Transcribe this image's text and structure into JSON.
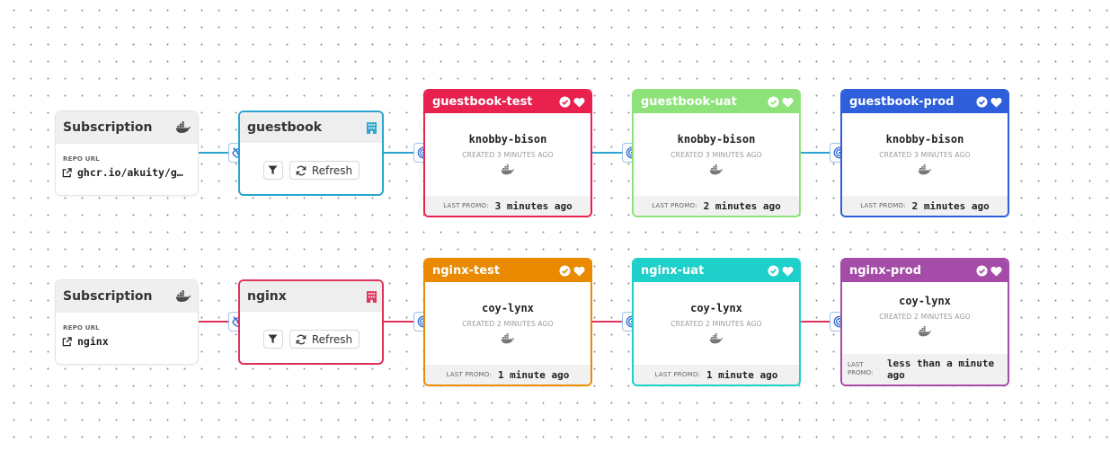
{
  "rows": [
    {
      "subscription": {
        "title": "Subscription",
        "repo_label": "REPO URL",
        "repo_value": "ghcr.io/akuity/g…"
      },
      "warehouse": {
        "name": "guestbook",
        "refresh_label": "Refresh",
        "color": "#2aa5d0"
      },
      "stages": [
        {
          "name": "guestbook-test",
          "freight": "knobby-bison",
          "created": "CREATED 3 MINUTES AGO",
          "promo_label": "LAST PROMO:",
          "promo_value": "3 minutes ago",
          "color": "#e8214f"
        },
        {
          "name": "guestbook-uat",
          "freight": "knobby-bison",
          "created": "CREATED 3 MINUTES AGO",
          "promo_label": "LAST PROMO:",
          "promo_value": "2 minutes ago",
          "color": "#8ee27a"
        },
        {
          "name": "guestbook-prod",
          "freight": "knobby-bison",
          "created": "CREATED 3 MINUTES AGO",
          "promo_label": "LAST PROMO:",
          "promo_value": "2 minutes ago",
          "color": "#2e5ed9"
        }
      ]
    },
    {
      "subscription": {
        "title": "Subscription",
        "repo_label": "REPO URL",
        "repo_value": "nginx"
      },
      "warehouse": {
        "name": "nginx",
        "refresh_label": "Refresh",
        "color": "#e0325a"
      },
      "stages": [
        {
          "name": "nginx-test",
          "freight": "coy-lynx",
          "created": "CREATED 2 MINUTES AGO",
          "promo_label": "LAST PROMO:",
          "promo_value": "1 minute ago",
          "color": "#e98a00"
        },
        {
          "name": "nginx-uat",
          "freight": "coy-lynx",
          "created": "CREATED 2 MINUTES AGO",
          "promo_label": "LAST PROMO:",
          "promo_value": "1 minute ago",
          "color": "#1fcfc9"
        },
        {
          "name": "nginx-prod",
          "freight": "coy-lynx",
          "created": "CREATED 2 MINUTES AGO",
          "promo_label": "LAST PROMO:",
          "promo_value": "less than a minute ago",
          "color": "#a54ca8"
        }
      ]
    }
  ],
  "icons": {
    "subscription": "docker-icon",
    "warehouse": "building-icon",
    "filter": "filter-icon",
    "refresh": "refresh-icon",
    "edge_sub_wh": "eye-off-icon",
    "edge_to_stage": "target-icon",
    "stage_header": [
      "check-circle-icon",
      "heart-icon"
    ],
    "repo_link": "external-link-icon"
  }
}
